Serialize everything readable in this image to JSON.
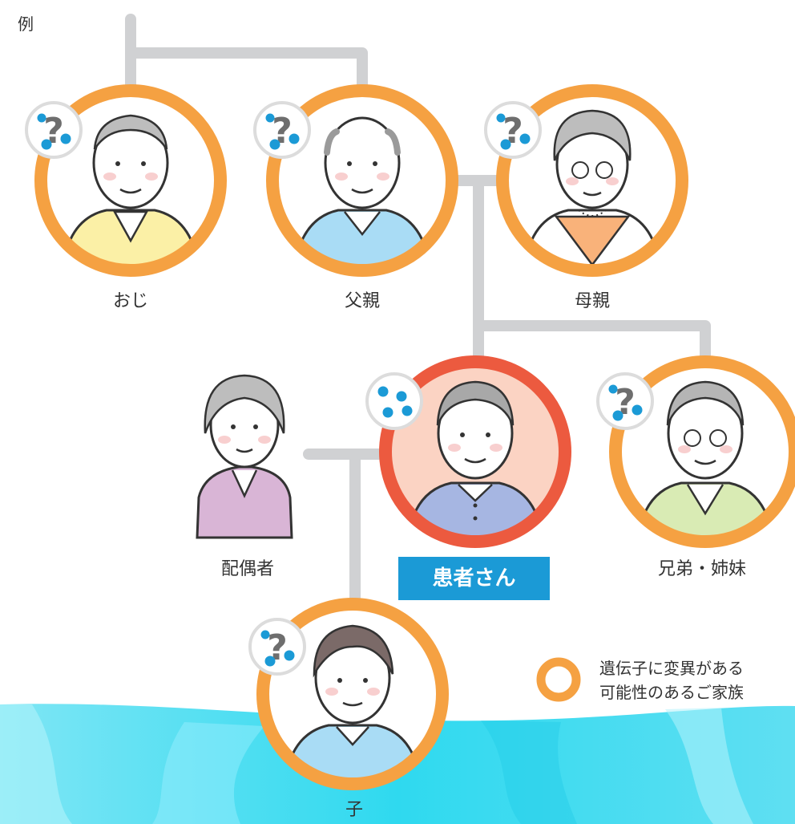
{
  "corner_label": "例",
  "family": {
    "uncle": {
      "label": "おじ",
      "status_icon": "question-dots-icon"
    },
    "father": {
      "label": "父親",
      "status_icon": "question-dots-icon"
    },
    "mother": {
      "label": "母親",
      "status_icon": "question-dots-icon"
    },
    "spouse": {
      "label": "配偶者"
    },
    "patient": {
      "label": "患者さん",
      "status_icon": "dots-icon"
    },
    "sibling": {
      "label": "兄弟・姉妹",
      "status_icon": "question-dots-icon"
    },
    "child": {
      "label": "子",
      "status_icon": "question-dots-icon"
    }
  },
  "legend": {
    "line1": "遺伝子に変異がある",
    "line2": "可能性のあるご家族",
    "icon": "orange-ring-icon"
  },
  "colors": {
    "ring": "#f5a142",
    "patient_ring": "#ec5a3f",
    "patient_fill": "#fbd3c3",
    "patient_label_bg": "#1b9ad6",
    "connector": "#d0d1d3",
    "dot_blue": "#1b9ad6",
    "question_gray": "#6e6e6e"
  }
}
